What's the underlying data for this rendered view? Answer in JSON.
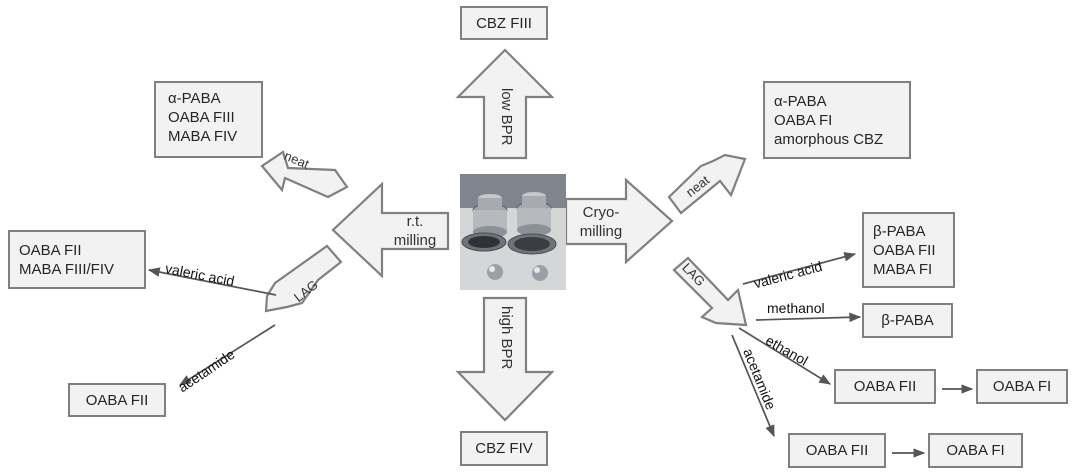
{
  "center": {
    "photo_icon": "milling-jars-and-balls-photo"
  },
  "top": {
    "box": "CBZ FIII",
    "arrow_label": "low BPR"
  },
  "bottom": {
    "box": "CBZ FIV",
    "arrow_label": "high BPR"
  },
  "left": {
    "main_arrow_label_1": "r.t.",
    "main_arrow_label_2": "milling",
    "neat_label": "neat",
    "neat_box": [
      "α-PABA",
      "OABA FIII",
      "MABA FIV"
    ],
    "lag_label": "LAG",
    "valeric_label": "valeric acid",
    "valeric_box": [
      "OABA FII",
      "MABA FIII/FIV"
    ],
    "acetamide_label": "acetamide",
    "acetamide_box": "OABA FII"
  },
  "right": {
    "main_arrow_label_1": "Cryo-",
    "main_arrow_label_2": "milling",
    "neat_label": "neat",
    "neat_box": [
      "α-PABA",
      "OABA FI",
      "amorphous CBZ"
    ],
    "lag_label": "LAG",
    "valeric_label": "valeric acid",
    "valeric_box": [
      "β-PABA",
      "OABA FII",
      "MABA FI"
    ],
    "methanol_label": "methanol",
    "methanol_box": "β-PABA",
    "ethanol_label": "ethanol",
    "ethanol_box": "OABA FII",
    "ethanol_result": "OABA FI",
    "acetamide_label": "acetamide",
    "acetamide_box": "OABA FII",
    "acetamide_result": "OABA FI"
  },
  "colors": {
    "arrow_fill": "#f2f2f2",
    "arrow_stroke": "#808080",
    "line": "#555555",
    "box_fill": "#f2f2f2"
  }
}
